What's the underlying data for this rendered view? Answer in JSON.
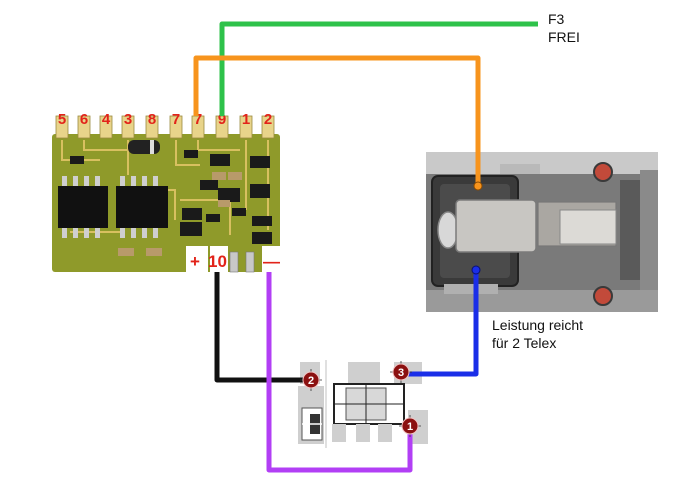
{
  "labels": {
    "f3": "F3",
    "frei": "FREI",
    "note_line1": "Leistung reicht",
    "note_line2": "für 2 Telex",
    "plus": "+",
    "minus": "—",
    "pin10": "10"
  },
  "pins": [
    "5",
    "6",
    "4",
    "3",
    "8",
    "7",
    "7",
    "9",
    "1",
    "2"
  ],
  "transistor_pins": [
    "1",
    "2",
    "3"
  ],
  "wires": [
    {
      "name": "green-wire",
      "color": "#2ec24a"
    },
    {
      "name": "orange-wire",
      "color": "#f7941d"
    },
    {
      "name": "black-wire",
      "color": "#111111"
    },
    {
      "name": "purple-wire",
      "color": "#b23ff5"
    },
    {
      "name": "blue-wire",
      "color": "#1a2ee8"
    }
  ],
  "colors": {
    "pcb": "#8f9a2a",
    "pad": "#e8d48a",
    "marker": "#8b1010"
  }
}
